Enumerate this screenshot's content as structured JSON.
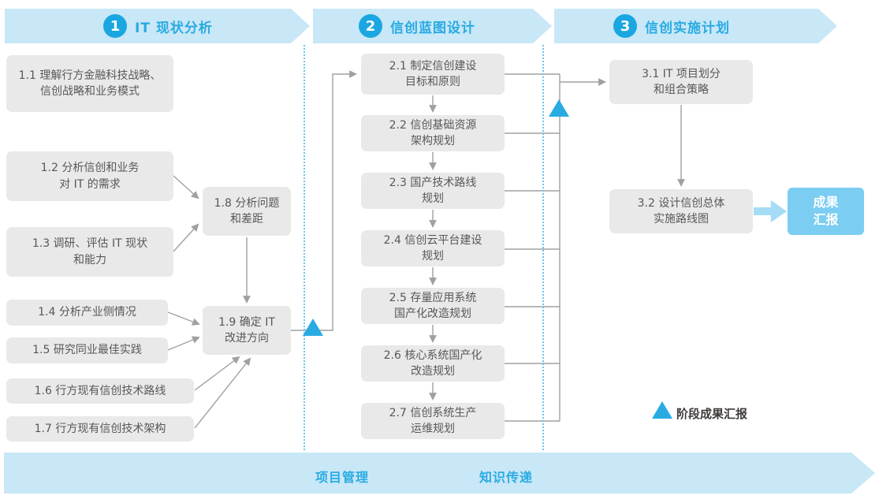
{
  "banner": {
    "phase1": {
      "num": "1",
      "title": "IT 现状分析"
    },
    "phase2": {
      "num": "2",
      "title": "信创蓝图设计"
    },
    "phase3": {
      "num": "3",
      "title": "信创实施计划"
    }
  },
  "steps": {
    "s11": "1.1 理解行方金融科技战略、\n信创战略和业务模式",
    "s12": "1.2 分析信创和业务\n对 IT 的需求",
    "s13": "1.3 调研、评估 IT 现状\n和能力",
    "s14": "1.4 分析产业侧情况",
    "s15": "1.5 研究同业最佳实践",
    "s16": "1.6 行方现有信创技术路线",
    "s17": "1.7 行方现有信创技术架构",
    "s18": "1.8 分析问题\n和差距",
    "s19": "1.9 确定 IT\n改进方向",
    "s21": "2.1 制定信创建设\n目标和原则",
    "s22": "2.2 信创基础资源\n架构规划",
    "s23": "2.3 国产技术路线\n规划",
    "s24": "2.4 信创云平台建设\n规划",
    "s25": "2.5 存量应用系统\n国产化改造规划",
    "s26": "2.6 核心系统国产化\n改造规划",
    "s27": "2.7 信创系统生产\n运维规划",
    "s31": "3.1 IT 项目划分\n和组合策略",
    "s32": "3.2 设计信创总体\n实施路线图"
  },
  "result": {
    "label": "成果\n汇报"
  },
  "legend": {
    "label": "阶段成果汇报"
  },
  "footer": {
    "project": "项目管理",
    "knowledge": "知识传递"
  },
  "colors": {
    "accent": "#29abe2",
    "banner_bg": "#c8e7f7",
    "box_bg": "#e9e9ea",
    "box_text": "#595757",
    "connector": "#9fa0a0",
    "result_bg": "#7bcdf2"
  }
}
